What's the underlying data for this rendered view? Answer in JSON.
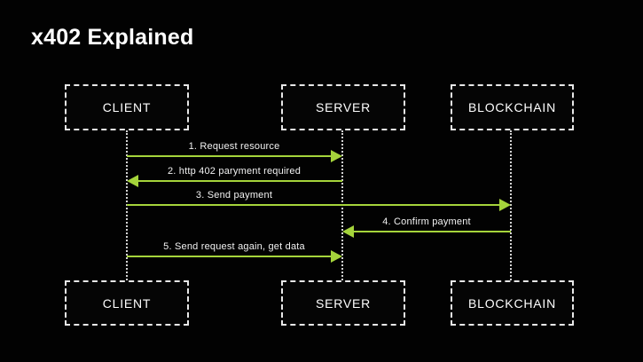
{
  "title": "x402 Explained",
  "colors": {
    "background": "#020202",
    "arrow": "#A5D43B",
    "box_border": "#E8E8E8",
    "text": "#FFFFFF"
  },
  "actors": [
    {
      "id": "client",
      "label": "CLIENT"
    },
    {
      "id": "server",
      "label": "SERVER"
    },
    {
      "id": "blockchain",
      "label": "BLOCKCHAIN"
    }
  ],
  "messages": [
    {
      "label": "1. Request resource",
      "from": "CLIENT",
      "to": "SERVER",
      "direction": "right"
    },
    {
      "label": "2. http 402 paryment required",
      "from": "SERVER",
      "to": "CLIENT",
      "direction": "left"
    },
    {
      "label": "3. Send payment",
      "from": "CLIENT",
      "to": "BLOCKCHAIN",
      "direction": "right"
    },
    {
      "label": "4. Confirm payment",
      "from": "BLOCKCHAIN",
      "to": "SERVER",
      "direction": "left"
    },
    {
      "label": "5. Send request again, get data",
      "from": "CLIENT",
      "to": "SERVER",
      "direction": "right"
    }
  ]
}
